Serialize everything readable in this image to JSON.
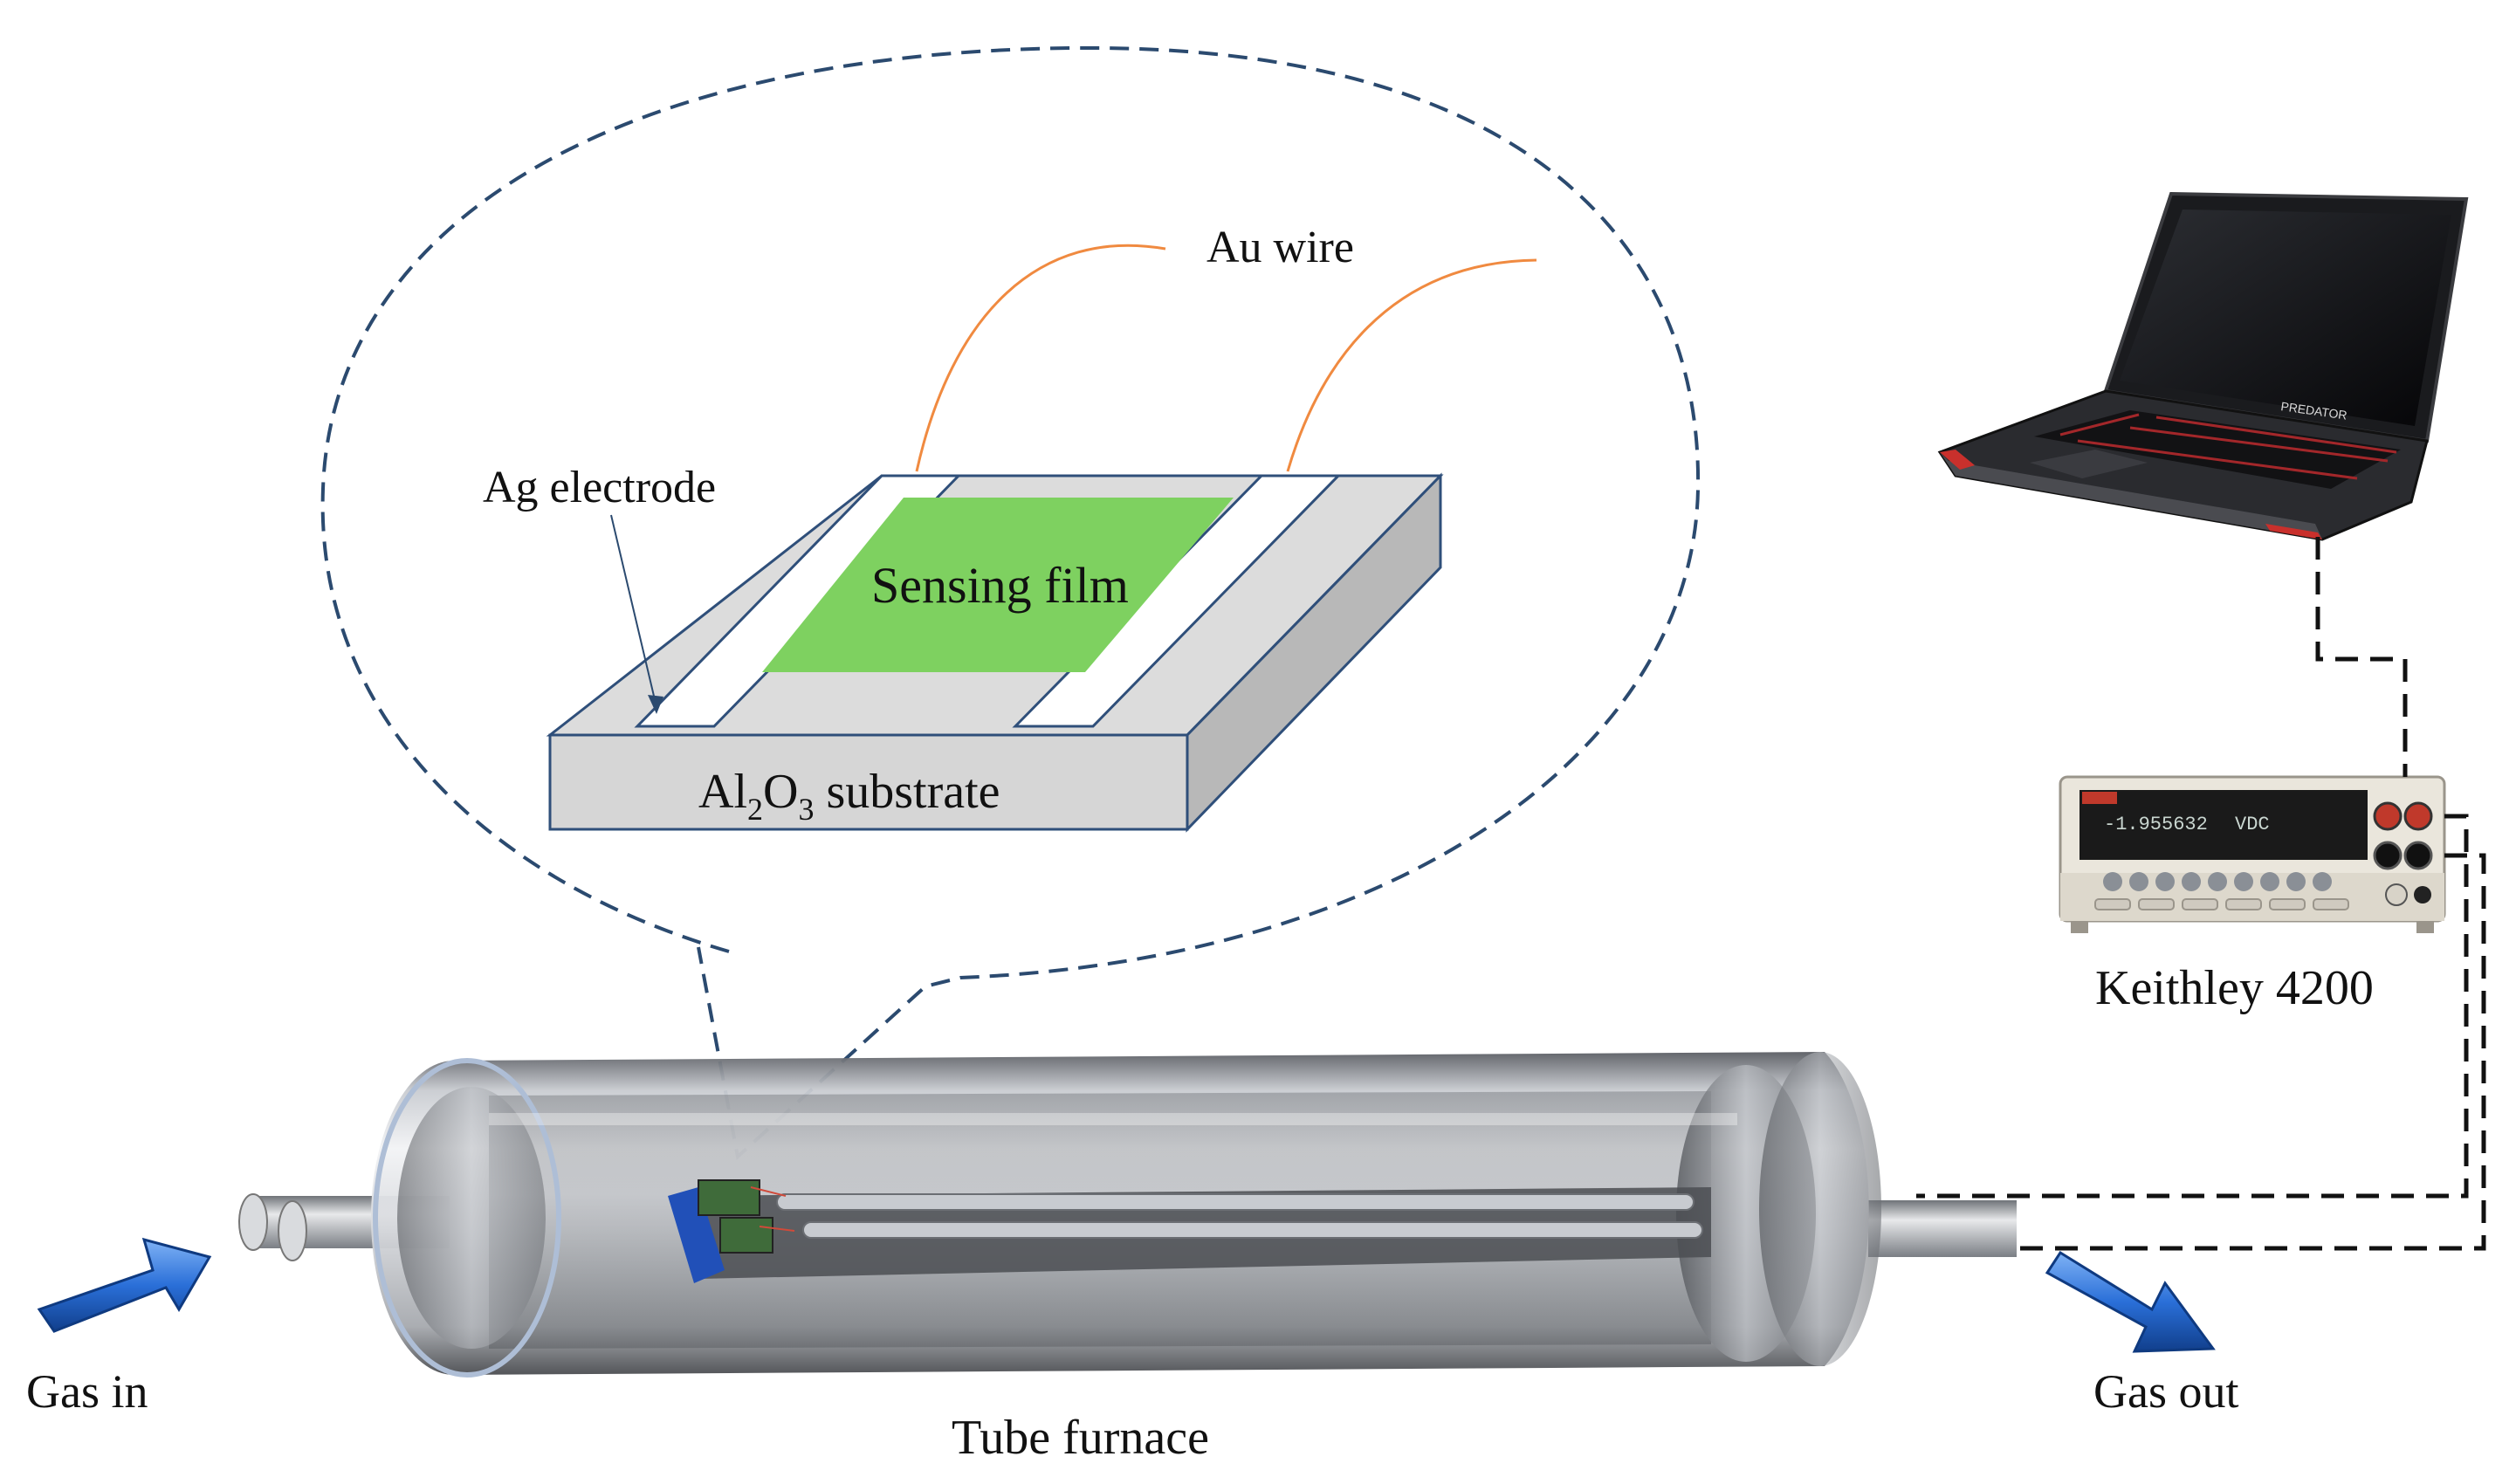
{
  "labels": {
    "au_wire": "Au wire",
    "ag_electrode": "Ag electrode",
    "sensing_film": "Sensing film",
    "substrate_prefix": "Al",
    "substrate_sub1": "2",
    "substrate_mid": "O",
    "substrate_sub2": "3",
    "substrate_suffix": " substrate",
    "keithley": "Keithley 4200",
    "gas_in": "Gas in",
    "gas_out": "Gas out",
    "tube_furnace": "Tube furnace",
    "meter_reading": "-1.955632",
    "meter_unit": "VDC",
    "laptop_brand": "PREDATOR"
  },
  "colors": {
    "dashed_outline": "#2b4a6f",
    "au_wire": "#f08a40",
    "sensing_film": "#7ed160",
    "substrate": "#d9d9d9",
    "substrate_edge": "#2f4f7a",
    "arrow_blue": "#2a6fd8",
    "cable": "#111111"
  }
}
